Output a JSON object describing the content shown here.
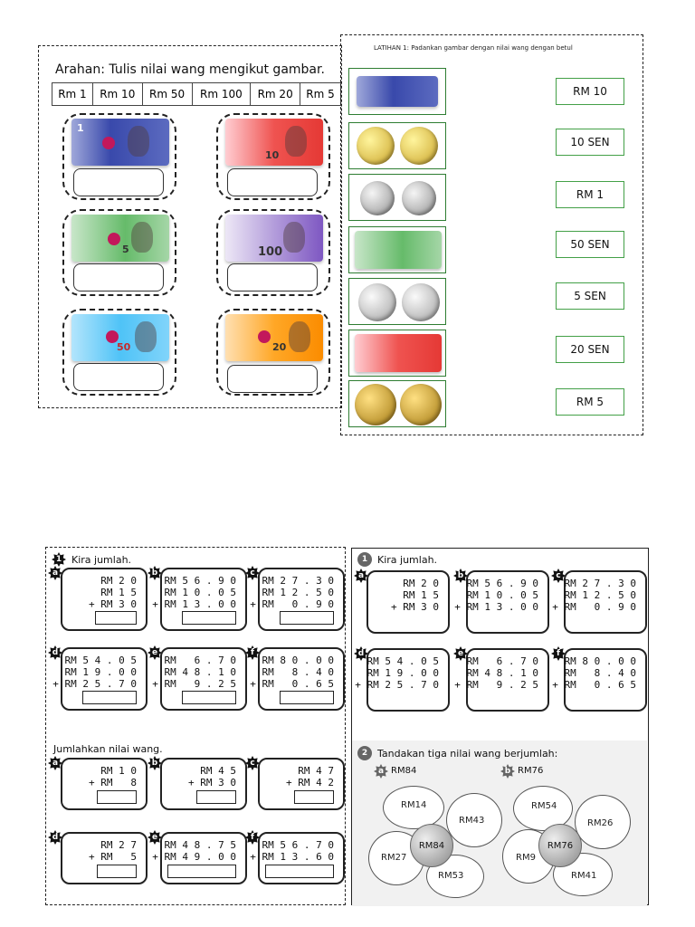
{
  "arahan": {
    "title": "Arahan: Tulis nilai wang mengikut gambar.",
    "options": [
      "Rm 1",
      "Rm 10",
      "Rm 50",
      "Rm 100",
      "Rm 20",
      "Rm 5"
    ],
    "note_numbers": [
      "1",
      "10",
      "5",
      "100",
      "50",
      "20"
    ]
  },
  "latihan": {
    "title": "LATIHAN 1: Padankan gambar dengan nilai wang dengan betul",
    "answers": [
      "RM 10",
      "10 SEN",
      "RM 1",
      "50 SEN",
      "5 SEN",
      "20 SEN",
      "RM 5"
    ]
  },
  "kira_left": {
    "heading": "Kira jumlah.",
    "badge": "1",
    "items": [
      {
        "label": "a",
        "text": "RM 2 0\nRM 1 5\n+ RM 3 0"
      },
      {
        "label": "b",
        "text": "RM 5 6 . 9 0\nRM 1 0 . 0 5\n+ RM 1 3 . 0 0"
      },
      {
        "label": "c",
        "text": "RM 2 7 . 3 0\nRM 1 2 . 5 0\n+ RM   0 . 9 0"
      },
      {
        "label": "d",
        "text": "RM 5 4 . 0 5\nRM 1 9 . 0 0\n+ RM 2 5 . 7 0"
      },
      {
        "label": "e",
        "text": "RM   6 . 7 0\nRM 4 8 . 1 0\n+ RM   9 . 2 5"
      },
      {
        "label": "f",
        "text": "RM 8 0 . 0 0\nRM   8 . 4 0\n+ RM   0 . 6 5"
      }
    ],
    "heading2": "Jumlahkan nilai wang.",
    "items2": [
      {
        "label": "a",
        "text": "RM 1 0\n+ RM   8"
      },
      {
        "label": "b",
        "text": "RM 4 5\n+ RM 3 0"
      },
      {
        "label": "c",
        "text": "RM 4 7\n+ RM 4 2"
      },
      {
        "label": "d",
        "text": "RM 2 7\n+ RM   5"
      },
      {
        "label": "e",
        "text": "RM 4 8 . 7 5\n+ RM 4 9 . 0 0"
      },
      {
        "label": "f",
        "text": "RM 5 6 . 7 0\n+ RM 1 3 . 6 0"
      }
    ]
  },
  "kira_right": {
    "heading": "Kira jumlah.",
    "badge": "1",
    "items": [
      {
        "label": "a",
        "text": "RM 2 0\nRM 1 5\n+ RM 3 0"
      },
      {
        "label": "b",
        "text": "RM 5 6 . 9 0\nRM 1 0 . 0 5\n+ RM 1 3 . 0 0"
      },
      {
        "label": "c",
        "text": "RM 2 7 . 3 0\nRM 1 2 . 5 0\n+ RM   0 . 9 0"
      },
      {
        "label": "d",
        "text": "RM 5 4 . 0 5\nRM 1 9 . 0 0\n+ RM 2 5 . 7 0"
      },
      {
        "label": "e",
        "text": "RM   6 . 7 0\nRM 4 8 . 1 0\n+ RM   9 . 2 5"
      },
      {
        "label": "f",
        "text": "RM 8 0 . 0 0\nRM   8 . 4 0\n+ RM   0 . 6 5"
      }
    ],
    "badge2": "2",
    "heading2": "Tandakan tiga nilai wang berjumlah:",
    "flowers": [
      {
        "label": "a",
        "target": "RM84",
        "centre": "RM84",
        "petals": [
          "RM14",
          "RM43",
          "RM53",
          "RM27"
        ]
      },
      {
        "label": "b",
        "target": "RM76",
        "centre": "RM76",
        "petals": [
          "RM54",
          "RM26",
          "RM41",
          "RM9"
        ]
      }
    ]
  },
  "colors": {
    "rm1": "#3f51b5",
    "rm10": "#e53935",
    "rm5": "#66bb6a",
    "rm100": "#9575cd",
    "rm50": "#4fc3f7",
    "rm20": "#fb8c00",
    "border_green": "#43a047"
  }
}
